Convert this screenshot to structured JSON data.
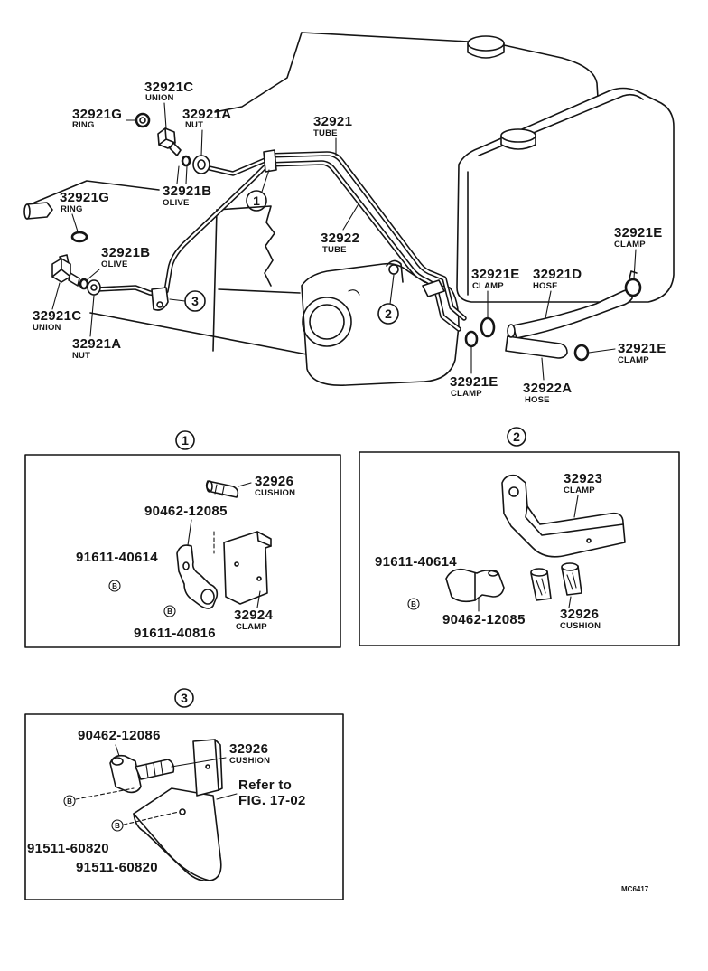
{
  "main_view": {
    "callouts": [
      {
        "part": "32921C",
        "name": "UNION"
      },
      {
        "part": "32921G",
        "name": "RING"
      },
      {
        "part": "32921A",
        "name": "NUT"
      },
      {
        "part": "32921",
        "name": "TUBE"
      },
      {
        "part": "32921G",
        "name": "RING"
      },
      {
        "part": "32921B",
        "name": "OLIVE"
      },
      {
        "part": "32922",
        "name": "TUBE"
      },
      {
        "part": "32921E",
        "name": "CLAMP"
      },
      {
        "part": "32921B",
        "name": "OLIVE"
      },
      {
        "part": "32921E",
        "name": "CLAMP"
      },
      {
        "part": "32921D",
        "name": "HOSE"
      },
      {
        "part": "32921C",
        "name": "UNION"
      },
      {
        "part": "32921A",
        "name": "NUT"
      },
      {
        "part": "32921E",
        "name": "CLAMP"
      },
      {
        "part": "32921E",
        "name": "CLAMP"
      },
      {
        "part": "32922A",
        "name": "HOSE"
      }
    ],
    "detail_refs": [
      "1",
      "3",
      "2"
    ]
  },
  "detail_1": {
    "ref": "1",
    "callouts": [
      {
        "part": "32926",
        "name": "CUSHION"
      },
      {
        "part": "90462-12085"
      },
      {
        "part": "91611-40614"
      },
      {
        "part": "91611-40816"
      },
      {
        "part": "32924",
        "name": "CLAMP"
      }
    ],
    "bolt_mark": "B"
  },
  "detail_2": {
    "ref": "2",
    "callouts": [
      {
        "part": "32923",
        "name": "CLAMP"
      },
      {
        "part": "91611-40614"
      },
      {
        "part": "90462-12085"
      },
      {
        "part": "32926",
        "name": "CUSHION"
      }
    ],
    "bolt_mark": "B"
  },
  "detail_3": {
    "ref": "3",
    "callouts": [
      {
        "part": "90462-12086"
      },
      {
        "part": "32926",
        "name": "CUSHION"
      },
      {
        "part": "91511-60820"
      },
      {
        "part": "91511-60820"
      }
    ],
    "note": {
      "line1": "Refer to",
      "line2": "FIG. 17-02"
    },
    "bolt_mark": "B"
  },
  "drawing_code": "MC6417"
}
